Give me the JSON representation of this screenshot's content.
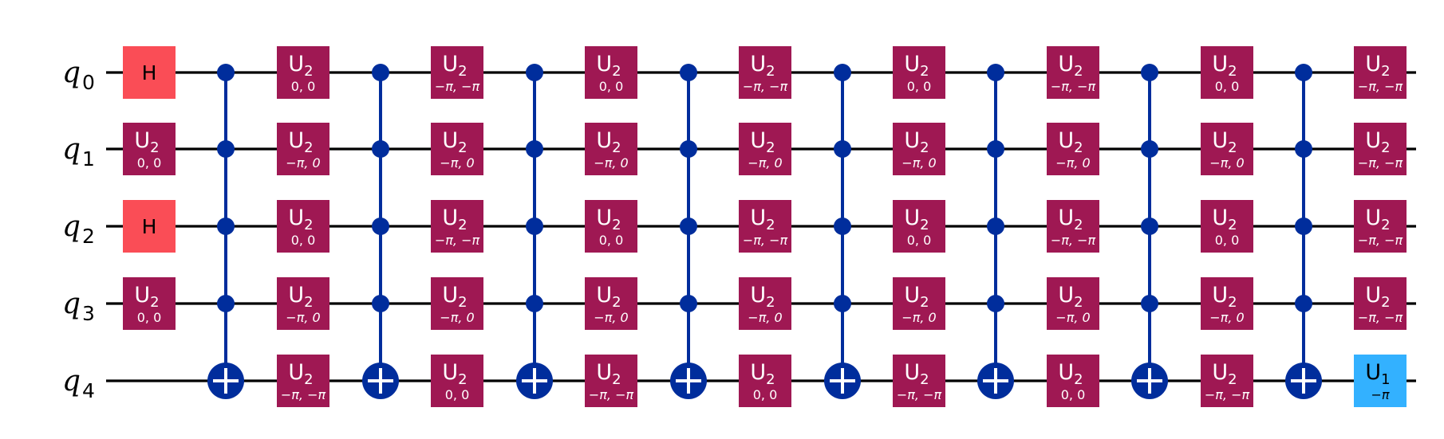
{
  "colors": {
    "wire": "#000000",
    "control": "#002D9C",
    "h_gate": "#FA4D56",
    "u2_gate": "#9F1853",
    "u1_gate": "#33B1FF",
    "background": "#FFFFFF"
  },
  "qubits": [
    {
      "symbol": "q",
      "index": "0"
    },
    {
      "symbol": "q",
      "index": "1"
    },
    {
      "symbol": "q",
      "index": "2"
    },
    {
      "symbol": "q",
      "index": "3"
    },
    {
      "symbol": "q",
      "index": "4"
    }
  ],
  "columns": [
    {
      "type": "gates",
      "gates": [
        {
          "qubit": 0,
          "name": "H"
        },
        {
          "qubit": 1,
          "name": "U",
          "sub": "2",
          "params": "0, 0"
        },
        {
          "qubit": 2,
          "name": "H"
        },
        {
          "qubit": 3,
          "name": "U",
          "sub": "2",
          "params": "0, 0"
        }
      ]
    },
    {
      "type": "mcx",
      "controls": [
        0,
        1,
        2,
        3
      ],
      "target": 4
    },
    {
      "type": "gates",
      "gates": [
        {
          "qubit": 0,
          "name": "U",
          "sub": "2",
          "params": "0, 0"
        },
        {
          "qubit": 1,
          "name": "U",
          "sub": "2",
          "params": "−π, 0"
        },
        {
          "qubit": 2,
          "name": "U",
          "sub": "2",
          "params": "0, 0"
        },
        {
          "qubit": 3,
          "name": "U",
          "sub": "2",
          "params": "−π, 0"
        },
        {
          "qubit": 4,
          "name": "U",
          "sub": "2",
          "params": "−π, −π"
        }
      ]
    },
    {
      "type": "mcx",
      "controls": [
        0,
        1,
        2,
        3
      ],
      "target": 4
    },
    {
      "type": "gates",
      "gates": [
        {
          "qubit": 0,
          "name": "U",
          "sub": "2",
          "params": "−π, −π"
        },
        {
          "qubit": 1,
          "name": "U",
          "sub": "2",
          "params": "−π, 0"
        },
        {
          "qubit": 2,
          "name": "U",
          "sub": "2",
          "params": "−π, −π"
        },
        {
          "qubit": 3,
          "name": "U",
          "sub": "2",
          "params": "−π, 0"
        },
        {
          "qubit": 4,
          "name": "U",
          "sub": "2",
          "params": "0, 0"
        }
      ]
    },
    {
      "type": "mcx",
      "controls": [
        0,
        1,
        2,
        3
      ],
      "target": 4
    },
    {
      "type": "gates",
      "gates": [
        {
          "qubit": 0,
          "name": "U",
          "sub": "2",
          "params": "0, 0"
        },
        {
          "qubit": 1,
          "name": "U",
          "sub": "2",
          "params": "−π, 0"
        },
        {
          "qubit": 2,
          "name": "U",
          "sub": "2",
          "params": "0, 0"
        },
        {
          "qubit": 3,
          "name": "U",
          "sub": "2",
          "params": "−π, 0"
        },
        {
          "qubit": 4,
          "name": "U",
          "sub": "2",
          "params": "−π, −π"
        }
      ]
    },
    {
      "type": "mcx",
      "controls": [
        0,
        1,
        2,
        3
      ],
      "target": 4
    },
    {
      "type": "gates",
      "gates": [
        {
          "qubit": 0,
          "name": "U",
          "sub": "2",
          "params": "−π, −π"
        },
        {
          "qubit": 1,
          "name": "U",
          "sub": "2",
          "params": "−π, 0"
        },
        {
          "qubit": 2,
          "name": "U",
          "sub": "2",
          "params": "−π, −π"
        },
        {
          "qubit": 3,
          "name": "U",
          "sub": "2",
          "params": "−π, 0"
        },
        {
          "qubit": 4,
          "name": "U",
          "sub": "2",
          "params": "0, 0"
        }
      ]
    },
    {
      "type": "mcx",
      "controls": [
        0,
        1,
        2,
        3
      ],
      "target": 4
    },
    {
      "type": "gates",
      "gates": [
        {
          "qubit": 0,
          "name": "U",
          "sub": "2",
          "params": "0, 0"
        },
        {
          "qubit": 1,
          "name": "U",
          "sub": "2",
          "params": "−π, 0"
        },
        {
          "qubit": 2,
          "name": "U",
          "sub": "2",
          "params": "0, 0"
        },
        {
          "qubit": 3,
          "name": "U",
          "sub": "2",
          "params": "−π, 0"
        },
        {
          "qubit": 4,
          "name": "U",
          "sub": "2",
          "params": "−π, −π"
        }
      ]
    },
    {
      "type": "mcx",
      "controls": [
        0,
        1,
        2,
        3
      ],
      "target": 4
    },
    {
      "type": "gates",
      "gates": [
        {
          "qubit": 0,
          "name": "U",
          "sub": "2",
          "params": "−π, −π"
        },
        {
          "qubit": 1,
          "name": "U",
          "sub": "2",
          "params": "−π, 0"
        },
        {
          "qubit": 2,
          "name": "U",
          "sub": "2",
          "params": "−π, −π"
        },
        {
          "qubit": 3,
          "name": "U",
          "sub": "2",
          "params": "−π, 0"
        },
        {
          "qubit": 4,
          "name": "U",
          "sub": "2",
          "params": "0, 0"
        }
      ]
    },
    {
      "type": "mcx",
      "controls": [
        0,
        1,
        2,
        3
      ],
      "target": 4
    },
    {
      "type": "gates",
      "gates": [
        {
          "qubit": 0,
          "name": "U",
          "sub": "2",
          "params": "0, 0"
        },
        {
          "qubit": 1,
          "name": "U",
          "sub": "2",
          "params": "−π, 0"
        },
        {
          "qubit": 2,
          "name": "U",
          "sub": "2",
          "params": "0, 0"
        },
        {
          "qubit": 3,
          "name": "U",
          "sub": "2",
          "params": "−π, 0"
        },
        {
          "qubit": 4,
          "name": "U",
          "sub": "2",
          "params": "−π, −π"
        }
      ]
    },
    {
      "type": "mcx",
      "controls": [
        0,
        1,
        2,
        3
      ],
      "target": 4
    },
    {
      "type": "gates",
      "gates": [
        {
          "qubit": 0,
          "name": "U",
          "sub": "2",
          "params": "−π, −π"
        },
        {
          "qubit": 1,
          "name": "U",
          "sub": "2",
          "params": "−π, −π"
        },
        {
          "qubit": 2,
          "name": "U",
          "sub": "2",
          "params": "−π, −π"
        },
        {
          "qubit": 3,
          "name": "U",
          "sub": "2",
          "params": "−π, −π"
        },
        {
          "qubit": 4,
          "name": "U",
          "sub": "1",
          "params": "−π"
        }
      ]
    }
  ]
}
